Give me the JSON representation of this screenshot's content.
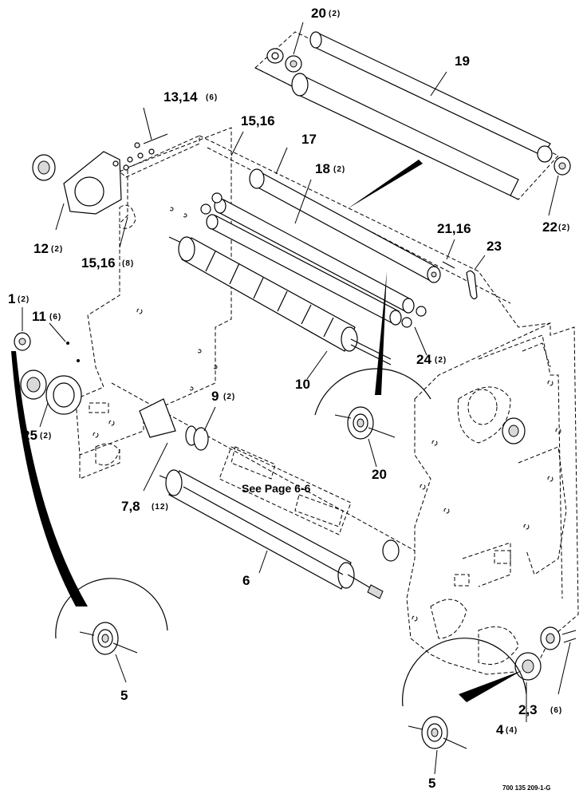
{
  "callouts": {
    "c1": "1",
    "c1q": "(2)",
    "c2": "2,3",
    "c2q": "(6)",
    "c4": "4",
    "c4q": "(4)",
    "c5a": "5",
    "c5b": "5",
    "c6": "6",
    "c7": "7,8",
    "c7q": "(12)",
    "c9": "9",
    "c9q": "(2)",
    "c10": "10",
    "c11": "11",
    "c11q": "(6)",
    "c12": "12",
    "c12q": "(2)",
    "c13": "13,14",
    "c13q": "(6)",
    "c15a": "15,16",
    "c15b": "15,16",
    "c15bq": "(8)",
    "c17": "17",
    "c18": "18",
    "c18q": "(2)",
    "c19": "19",
    "c20a": "20",
    "c20aq": "(2)",
    "c20b": "20",
    "c21": "21,16",
    "c22": "22",
    "c22q": "(2)",
    "c23": "23",
    "c24": "24",
    "c24q": "(2)",
    "c25": "25",
    "c25q": "(2)"
  },
  "note": "See Page 6-6",
  "figure_number": "700 135 209-1-G"
}
